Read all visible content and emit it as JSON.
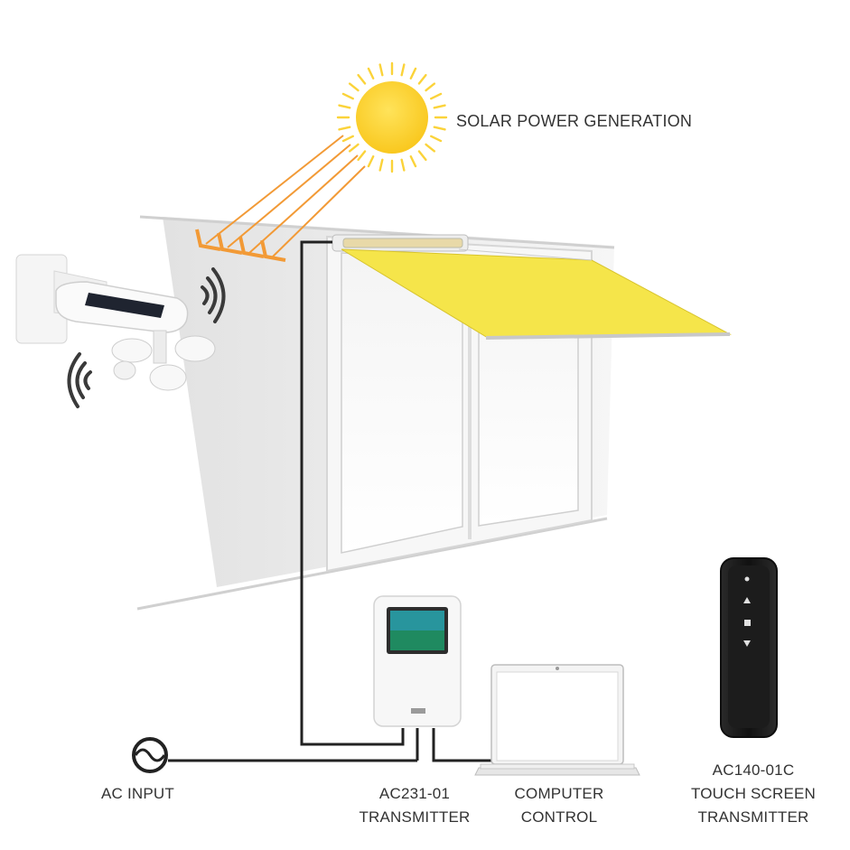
{
  "labels": {
    "solar": "SOLAR POWER GENERATION",
    "ac_input": "AC INPUT",
    "transmitter_model": "AC231-01",
    "transmitter_name": "TRANSMITTER",
    "computer_line1": "COMPUTER",
    "computer_line2": "CONTROL",
    "remote_model": "AC140-01C",
    "remote_line2": "TOUCH SCREEN",
    "remote_line3": "TRANSMITTER"
  },
  "colors": {
    "awning_fabric": "#f5e54a",
    "sun": "#fbd33a",
    "sun_rays_arrows": "#f29a36",
    "wire": "#222222",
    "wall": "#ececec"
  },
  "icons": {
    "weather_sensor": "wind-sun-sensor-icon",
    "wireless": "wireless-signal-icon",
    "ac_symbol": "ac-sine-icon",
    "remote": "remote-control-icon",
    "laptop": "laptop-icon"
  }
}
